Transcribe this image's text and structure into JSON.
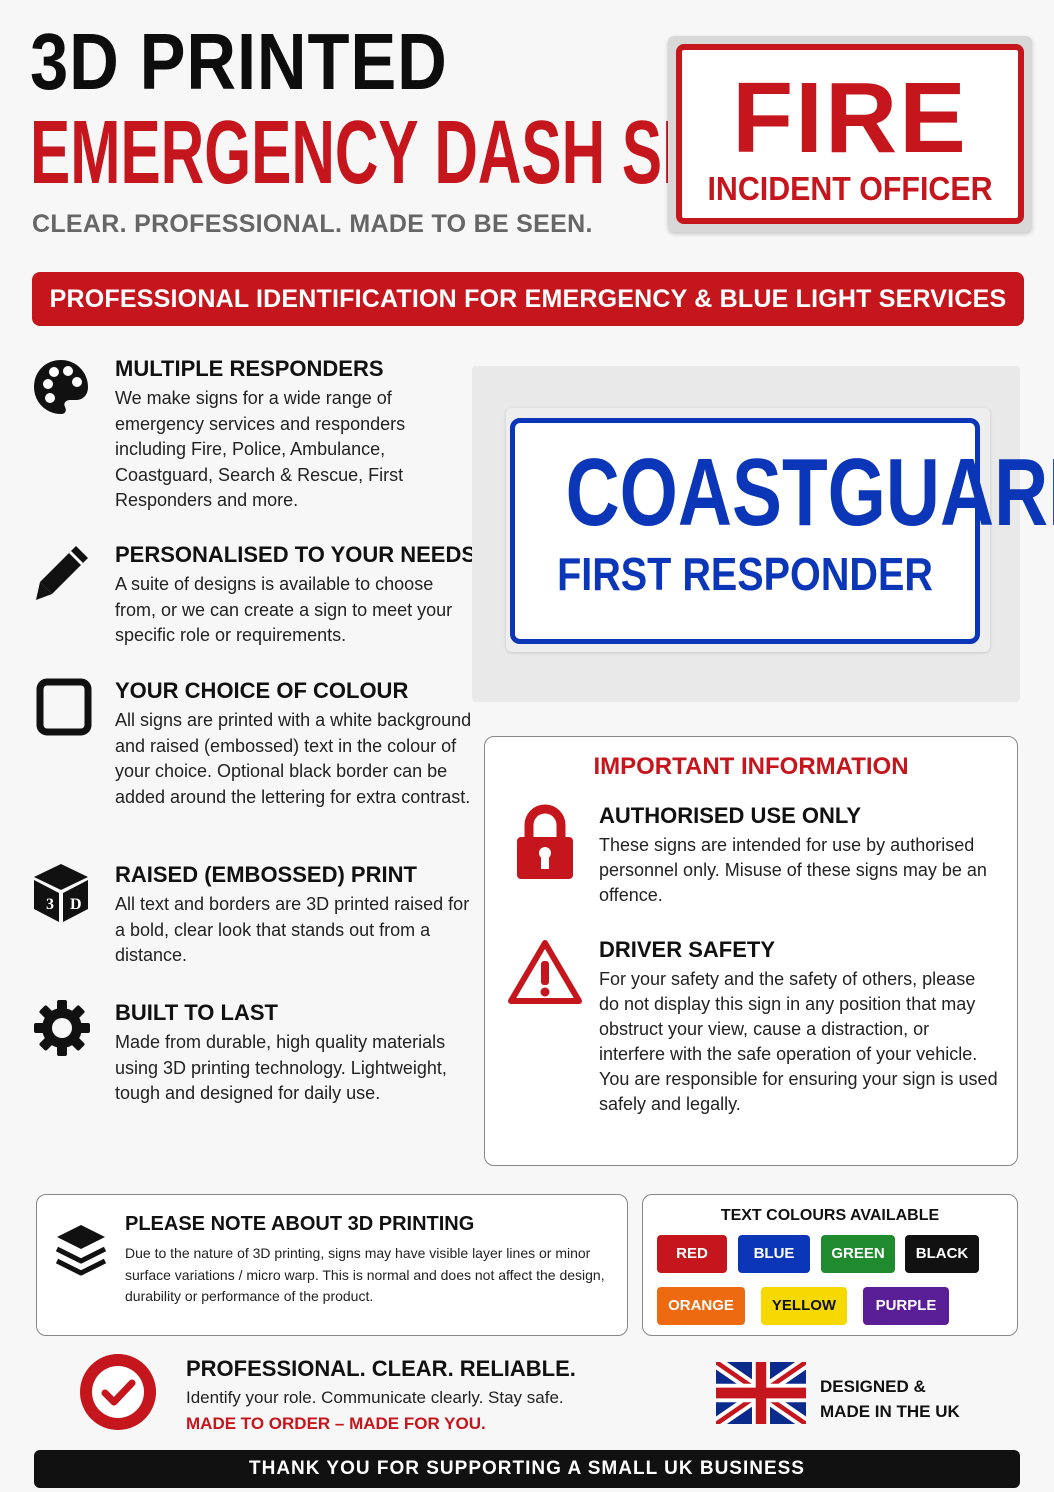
{
  "header": {
    "title_line1": "3D PRINTED",
    "title_line2": "EMERGENCY DASH SIGNS",
    "tagline": "CLEAR. PROFESSIONAL. MADE TO BE SEEN."
  },
  "fire_sign": {
    "big": "FIRE",
    "small": "INCIDENT OFFICER",
    "color": "#c4161c"
  },
  "banner": "PROFESSIONAL IDENTIFICATION FOR EMERGENCY & BLUE LIGHT SERVICES",
  "features": [
    {
      "icon": "palette-icon",
      "title": "MULTIPLE RESPONDERS",
      "text": "We make signs for a wide range of emergency services and responders including Fire, Police, Ambulance, Coastguard, Search & Rescue, First Responders and more."
    },
    {
      "icon": "pencil-icon",
      "title": "PERSONALISED TO YOUR NEEDS",
      "text": "A suite of designs is available to choose from, or we can create a sign to meet your specific role or requirements."
    },
    {
      "icon": "square-outline-icon",
      "title": "YOUR CHOICE OF COLOUR",
      "text": "All signs are printed with a white background and raised (embossed) text in the colour of your choice. Optional black border can be added around the lettering for extra contrast."
    },
    {
      "icon": "3d-cube-icon",
      "title": "RAISED (EMBOSSED) PRINT",
      "text": "All text and borders are 3D printed raised for a bold, clear look that stands out from a distance."
    },
    {
      "icon": "gear-icon",
      "title": "BUILT TO LAST",
      "text": "Made from durable, high quality materials using 3D printing technology. Lightweight, tough and designed for daily use."
    }
  ],
  "cube_letters": [
    "3",
    "D"
  ],
  "coastguard_sign": {
    "big": "COASTGUARD",
    "small": "FIRST RESPONDER",
    "color": "#0b36b8"
  },
  "important": {
    "title": "IMPORTANT INFORMATION",
    "items": [
      {
        "icon": "padlock-icon",
        "title": "AUTHORISED USE ONLY",
        "text": "These signs are intended for use by authorised personnel only. Misuse of these signs may be an offence."
      },
      {
        "icon": "warning-icon",
        "title": "DRIVER SAFETY",
        "text": "For your safety and the safety of others, please do not display this sign in any position that may obstruct your view, cause a distraction, or interfere with the safe operation of your vehicle. You are responsible for ensuring your sign is used safely and legally."
      }
    ]
  },
  "note": {
    "icon": "layers-icon",
    "title": "PLEASE NOTE ABOUT 3D PRINTING",
    "text": "Due to the nature of 3D printing, signs may have visible layer lines or minor surface variations / micro warp. This is normal and does not affect the design, durability or performance of the product."
  },
  "colours": {
    "title": "TEXT COLOURS AVAILABLE",
    "items": [
      {
        "label": "RED",
        "color": "#c4161c",
        "text_color": "#ffffff"
      },
      {
        "label": "BLUE",
        "color": "#0b36b8",
        "text_color": "#ffffff"
      },
      {
        "label": "GREEN",
        "color": "#1f8a2e",
        "text_color": "#ffffff"
      },
      {
        "label": "BLACK",
        "color": "#111111",
        "text_color": "#ffffff"
      },
      {
        "label": "ORANGE",
        "color": "#ee6a10",
        "text_color": "#ffffff"
      },
      {
        "label": "YELLOW",
        "color": "#f6d900",
        "text_color": "#111111"
      },
      {
        "label": "PURPLE",
        "color": "#5a1f96",
        "text_color": "#ffffff"
      }
    ]
  },
  "closing": {
    "icon": "checkmark-icon",
    "headline": "PROFESSIONAL. CLEAR. RELIABLE.",
    "sub": "Identify your role. Communicate clearly. Stay safe.",
    "red_line": "MADE TO ORDER – MADE FOR YOU."
  },
  "uk": {
    "icon": "union-jack-flag",
    "line1": "DESIGNED &",
    "line2": "MADE IN THE UK"
  },
  "footer": "THANK YOU FOR SUPPORTING A SMALL UK BUSINESS"
}
